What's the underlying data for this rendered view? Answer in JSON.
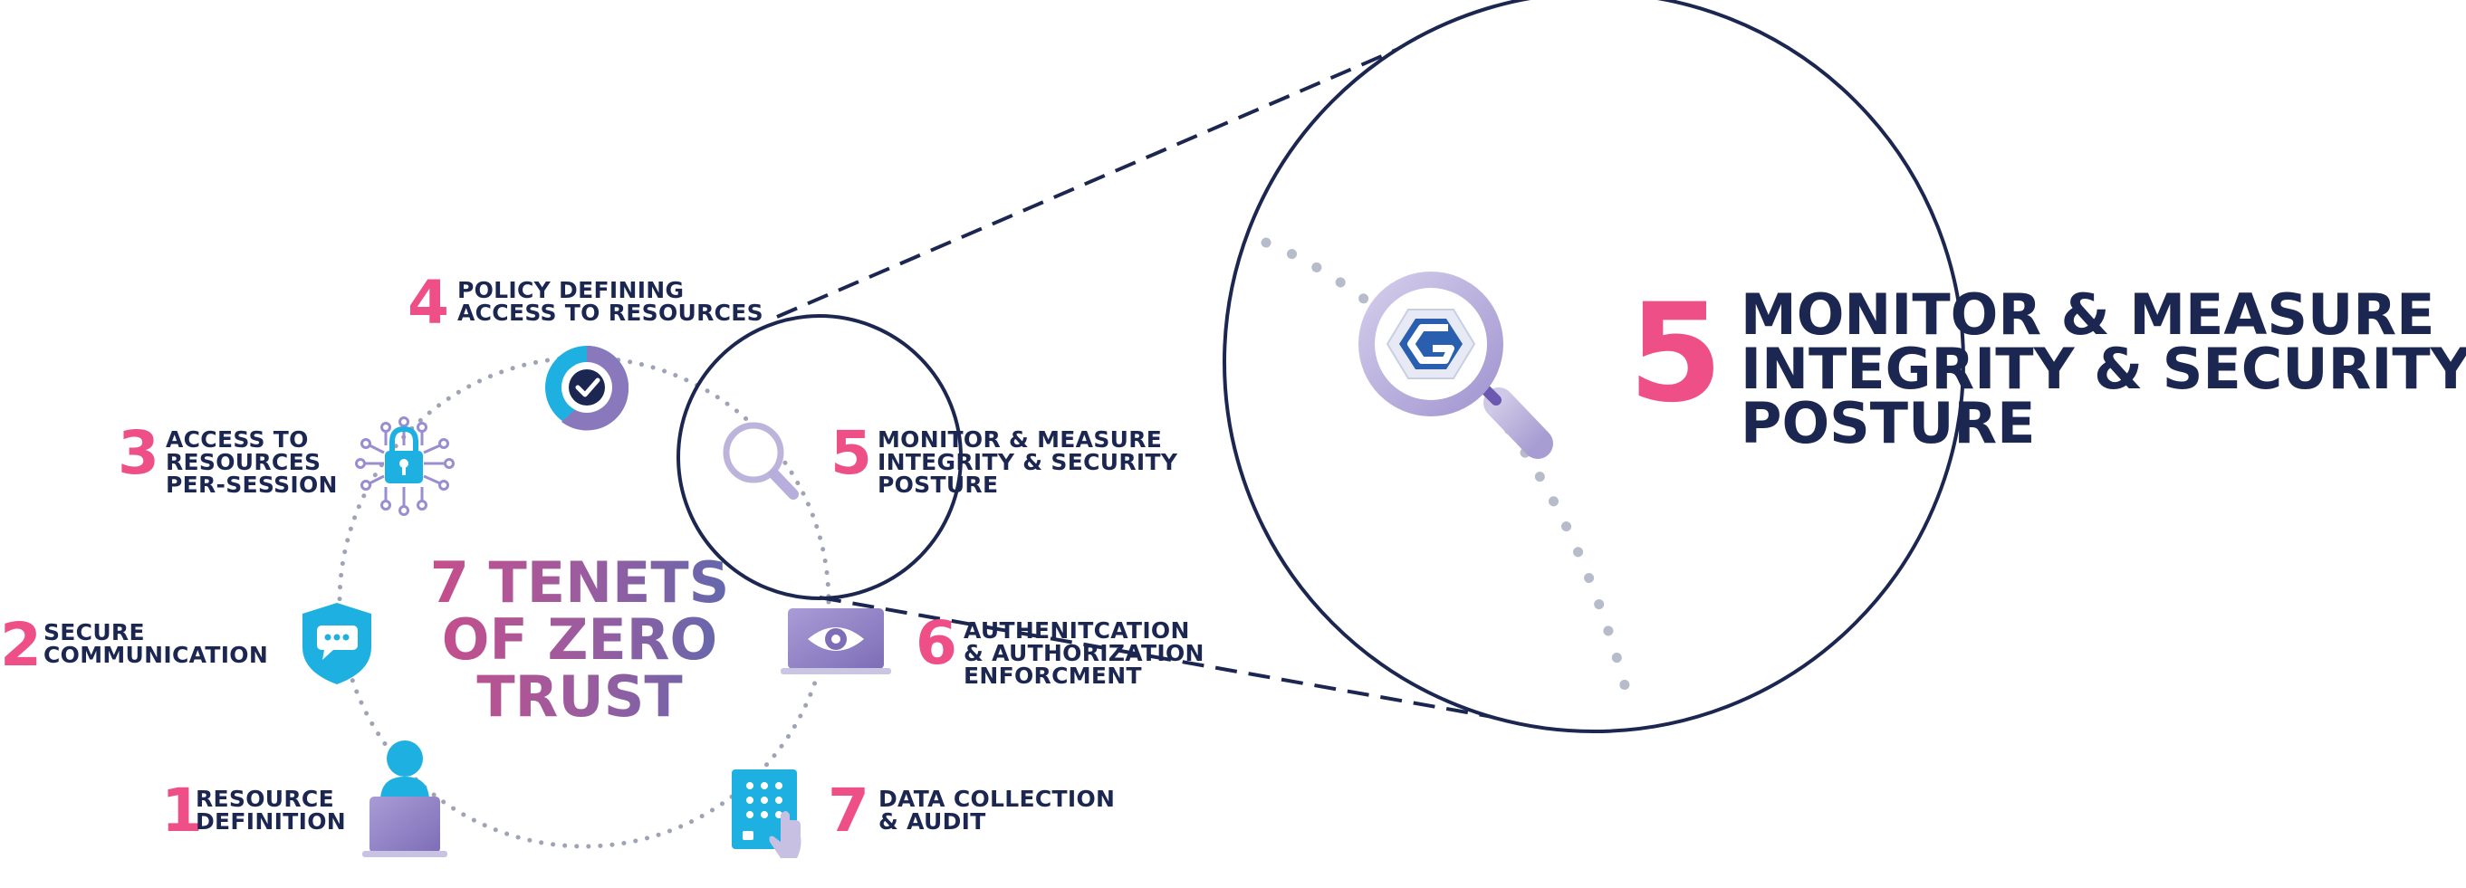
{
  "title": [
    "7 TENETS",
    "OF ZERO",
    "TRUST"
  ],
  "tenets": [
    {
      "num": "1",
      "lines": [
        "RESOURCE",
        "DEFINITION"
      ],
      "icon": "user-laptop-icon"
    },
    {
      "num": "2",
      "lines": [
        "SECURE",
        "COMMUNICATION"
      ],
      "icon": "shield-chat-icon"
    },
    {
      "num": "3",
      "lines": [
        "ACCESS TO",
        "RESOURCES",
        "PER-SESSION"
      ],
      "icon": "circuit-lock-icon"
    },
    {
      "num": "4",
      "lines": [
        "POLICY DEFINING",
        "ACCESS TO RESOURCES"
      ],
      "icon": "checkmark-ring-icon"
    },
    {
      "num": "5",
      "lines": [
        "MONITOR & MEASURE",
        "INTEGRITY & SECURITY",
        "POSTURE"
      ],
      "icon": "magnifier-icon"
    },
    {
      "num": "6",
      "lines": [
        "AUTHENITCATION",
        "& AUTHORIZATION",
        "ENFORCMENT"
      ],
      "icon": "laptop-eye-icon"
    },
    {
      "num": "7",
      "lines": [
        "DATA COLLECTION",
        "& AUDIT"
      ],
      "icon": "keypad-touch-icon"
    }
  ],
  "zoom": {
    "num": "5",
    "lines": [
      "MONITOR & MEASURE",
      "INTEGRITY & SECURITY",
      "POSTURE"
    ],
    "icon": "magnifier-logo-icon"
  },
  "colors": {
    "navy": "#1c2751",
    "pink": "#ee4f86",
    "cyan": "#1eb0e0",
    "purple": "#8a78bd",
    "lavender": "#bdb4dc",
    "dots": "#9ea4b6"
  }
}
